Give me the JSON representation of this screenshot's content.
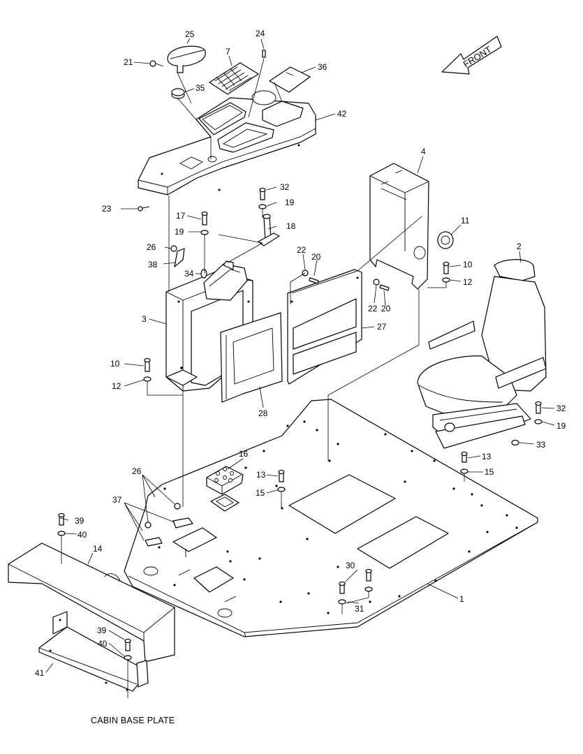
{
  "caption": "CABIN BASE PLATE",
  "direction_label": "FRONT",
  "callouts": [
    {
      "id": "c1",
      "label": "1"
    },
    {
      "id": "c2",
      "label": "2"
    },
    {
      "id": "c3",
      "label": "3"
    },
    {
      "id": "c4",
      "label": "4"
    },
    {
      "id": "c7",
      "label": "7"
    },
    {
      "id": "c10a",
      "label": "10"
    },
    {
      "id": "c10b",
      "label": "10"
    },
    {
      "id": "c11",
      "label": "11"
    },
    {
      "id": "c12a",
      "label": "12"
    },
    {
      "id": "c12b",
      "label": "12"
    },
    {
      "id": "c13a",
      "label": "13"
    },
    {
      "id": "c13b",
      "label": "13"
    },
    {
      "id": "c14",
      "label": "14"
    },
    {
      "id": "c15a",
      "label": "15"
    },
    {
      "id": "c15b",
      "label": "15"
    },
    {
      "id": "c16",
      "label": "16"
    },
    {
      "id": "c17",
      "label": "17"
    },
    {
      "id": "c18",
      "label": "18"
    },
    {
      "id": "c19a",
      "label": "19"
    },
    {
      "id": "c19b",
      "label": "19"
    },
    {
      "id": "c19c",
      "label": "19"
    },
    {
      "id": "c20a",
      "label": "20"
    },
    {
      "id": "c20b",
      "label": "20"
    },
    {
      "id": "c21",
      "label": "21"
    },
    {
      "id": "c22a",
      "label": "22"
    },
    {
      "id": "c22b",
      "label": "22"
    },
    {
      "id": "c23",
      "label": "23"
    },
    {
      "id": "c24",
      "label": "24"
    },
    {
      "id": "c25",
      "label": "25"
    },
    {
      "id": "c26a",
      "label": "26"
    },
    {
      "id": "c26b",
      "label": "26"
    },
    {
      "id": "c27",
      "label": "27"
    },
    {
      "id": "c28",
      "label": "28"
    },
    {
      "id": "c30",
      "label": "30"
    },
    {
      "id": "c31",
      "label": "31"
    },
    {
      "id": "c32a",
      "label": "32"
    },
    {
      "id": "c32b",
      "label": "32"
    },
    {
      "id": "c33",
      "label": "33"
    },
    {
      "id": "c34",
      "label": "34"
    },
    {
      "id": "c35",
      "label": "35"
    },
    {
      "id": "c36",
      "label": "36"
    },
    {
      "id": "c37",
      "label": "37"
    },
    {
      "id": "c38",
      "label": "38"
    },
    {
      "id": "c39a",
      "label": "39"
    },
    {
      "id": "c39b",
      "label": "39"
    },
    {
      "id": "c40a",
      "label": "40"
    },
    {
      "id": "c40b",
      "label": "40"
    },
    {
      "id": "c41",
      "label": "41"
    },
    {
      "id": "c42",
      "label": "42"
    }
  ]
}
